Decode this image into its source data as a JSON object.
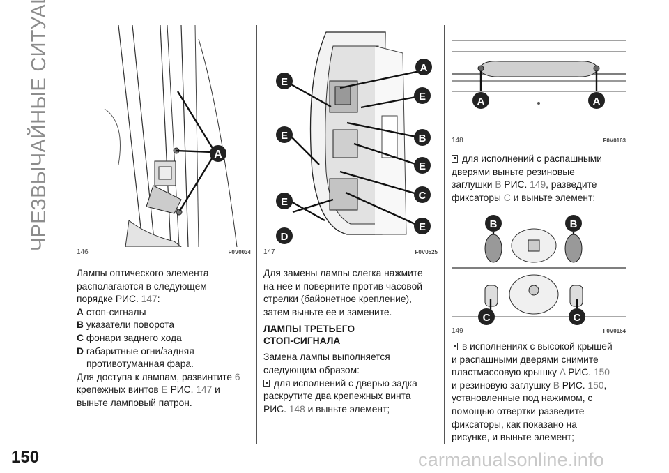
{
  "side_title": "ЧРЕЗВЫЧАЙНЫЕ СИТУАЦИИ",
  "page_number": "150",
  "watermark": "carmanualsonline.info",
  "figures": {
    "f146": {
      "num": "146",
      "code": "F0V0034",
      "labels": [
        "A"
      ]
    },
    "f147": {
      "num": "147",
      "code": "F0V0525",
      "labels": [
        "A",
        "E",
        "E",
        "B",
        "E",
        "E",
        "C",
        "E",
        "E",
        "D"
      ]
    },
    "f148": {
      "num": "148",
      "code": "F0V0163",
      "labels": [
        "A",
        "A"
      ]
    },
    "f149": {
      "num": "149",
      "code": "F0V0164",
      "labels": [
        "B",
        "B",
        "C",
        "C"
      ]
    }
  },
  "col1": {
    "intro": [
      "Лампы оптического элемента",
      "располагаются в следующем",
      "порядке "
    ],
    "intro_ris": "РИС.",
    "intro_ref": "147",
    "intro_tail": ":",
    "items": [
      {
        "key": "A",
        "text": "стоп-сигналы"
      },
      {
        "key": "B",
        "text": "указатели поворота"
      },
      {
        "key": "C",
        "text": "фонари заднего хода"
      },
      {
        "key": "D",
        "text": "габаритные огни/задняя",
        "text2": "противотуманная фара."
      }
    ],
    "access_1": "Для доступа к лампам, развинтите ",
    "access_num": "6",
    "access_2": "крепежных винтов ",
    "access_e": "E",
    "access_ris": " РИС.",
    "access_ref": " 147",
    "access_3": " и",
    "access_4": "выньте ламповый патрон."
  },
  "col2": {
    "p1": [
      "Для замены лампы слегка нажмите",
      "на нее и поверните против часовой",
      "стрелки (байонетное крепление),",
      "затем выньте ее и замените."
    ],
    "heading1": "ЛАМПЫ ТРЕТЬЕГО",
    "heading2": "СТОП-СИГНАЛА",
    "p2": [
      "Замена лампы выполняется",
      "следующим образом:"
    ],
    "b1_1": "для исполнений с дверью задка",
    "b1_2": "раскрутите два крепежных винта",
    "b1_ris": "РИС.",
    "b1_ref": " 148",
    "b1_3": " и выньте элемент;"
  },
  "col3": {
    "b2_1": "для исполнений с распашными",
    "b2_2": "дверями выньте резиновые",
    "b2_3a": "заглушки ",
    "b2_3b": "B",
    "b2_3c": " РИС.",
    "b2_3d": " 149",
    "b2_3e": ", разведите",
    "b2_4a": "фиксаторы ",
    "b2_4b": "C",
    "b2_4c": " и выньте элемент;",
    "b3_1": "в исполнениях с высокой крышей",
    "b3_2": "и распашными дверями снимите",
    "b3_3a": "пластмассовую крышку ",
    "b3_3b": "A",
    "b3_3c": " РИС.",
    "b3_3d": " 150",
    "b3_4a": "и резиновую заглушку ",
    "b3_4b": "B",
    "b3_4c": " РИС.",
    "b3_4d": " 150",
    "b3_4e": ",",
    "b3_5": "установленные под нажимом, с",
    "b3_6": "помощью отвертки разведите",
    "b3_7": "фиксаторы, как показано на",
    "b3_8": "рисунке, и выньте элемент;"
  }
}
